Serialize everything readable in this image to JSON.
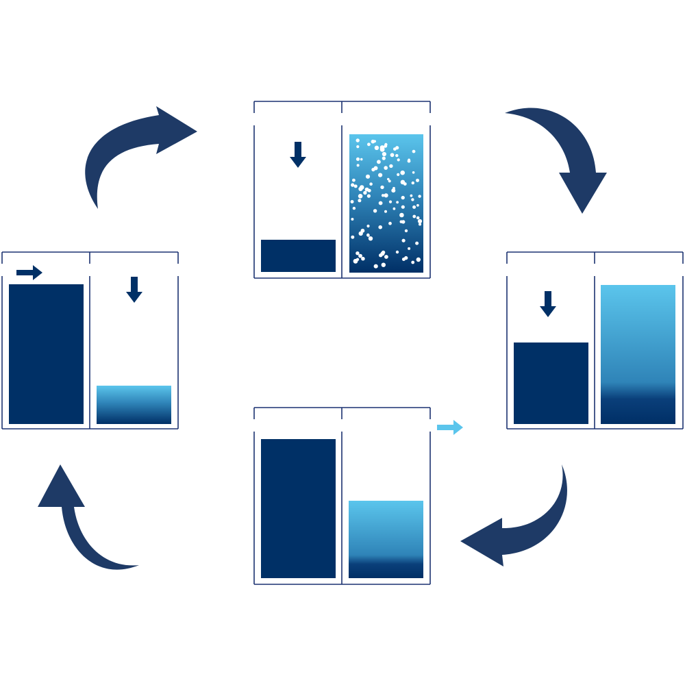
{
  "colors": {
    "dark": "#003066",
    "light": "#5bc5ec",
    "cycle_arrow": "#1e3a66",
    "frame": "#1a3170",
    "flow_arrow_light": "#5bc5ec"
  },
  "stages": [
    {
      "name": "top",
      "left_fill_level": 0.2,
      "right_fill_level": 0.9,
      "bubbles": true
    },
    {
      "name": "right",
      "left_fill_level": 0.55,
      "right_fill_level": 0.9
    },
    {
      "name": "bottom",
      "left_fill_level": 0.9,
      "right_fill_level": 0.5
    },
    {
      "name": "left",
      "left_fill_level": 0.9,
      "right_fill_level": 0.25
    }
  ]
}
